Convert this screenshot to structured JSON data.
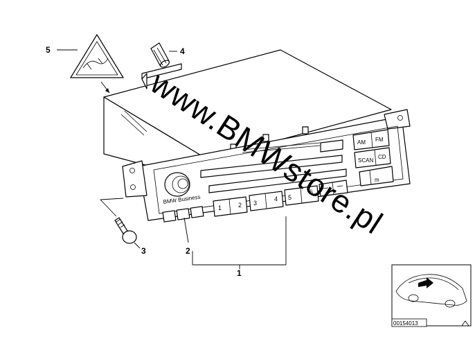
{
  "callouts": {
    "c1": "1",
    "c2": "2",
    "c3": "3",
    "c4": "4",
    "c5": "5"
  },
  "radio": {
    "brand_label": "BMW Business",
    "am": "AM",
    "fm": "FM",
    "scan": "SCAN",
    "cd": "CD",
    "m": "m",
    "presets": [
      "1",
      "2",
      "3",
      "4",
      "5",
      "6"
    ]
  },
  "watermark": "www.BMWstore.pl",
  "thumbnail": {
    "code": "00154013"
  }
}
